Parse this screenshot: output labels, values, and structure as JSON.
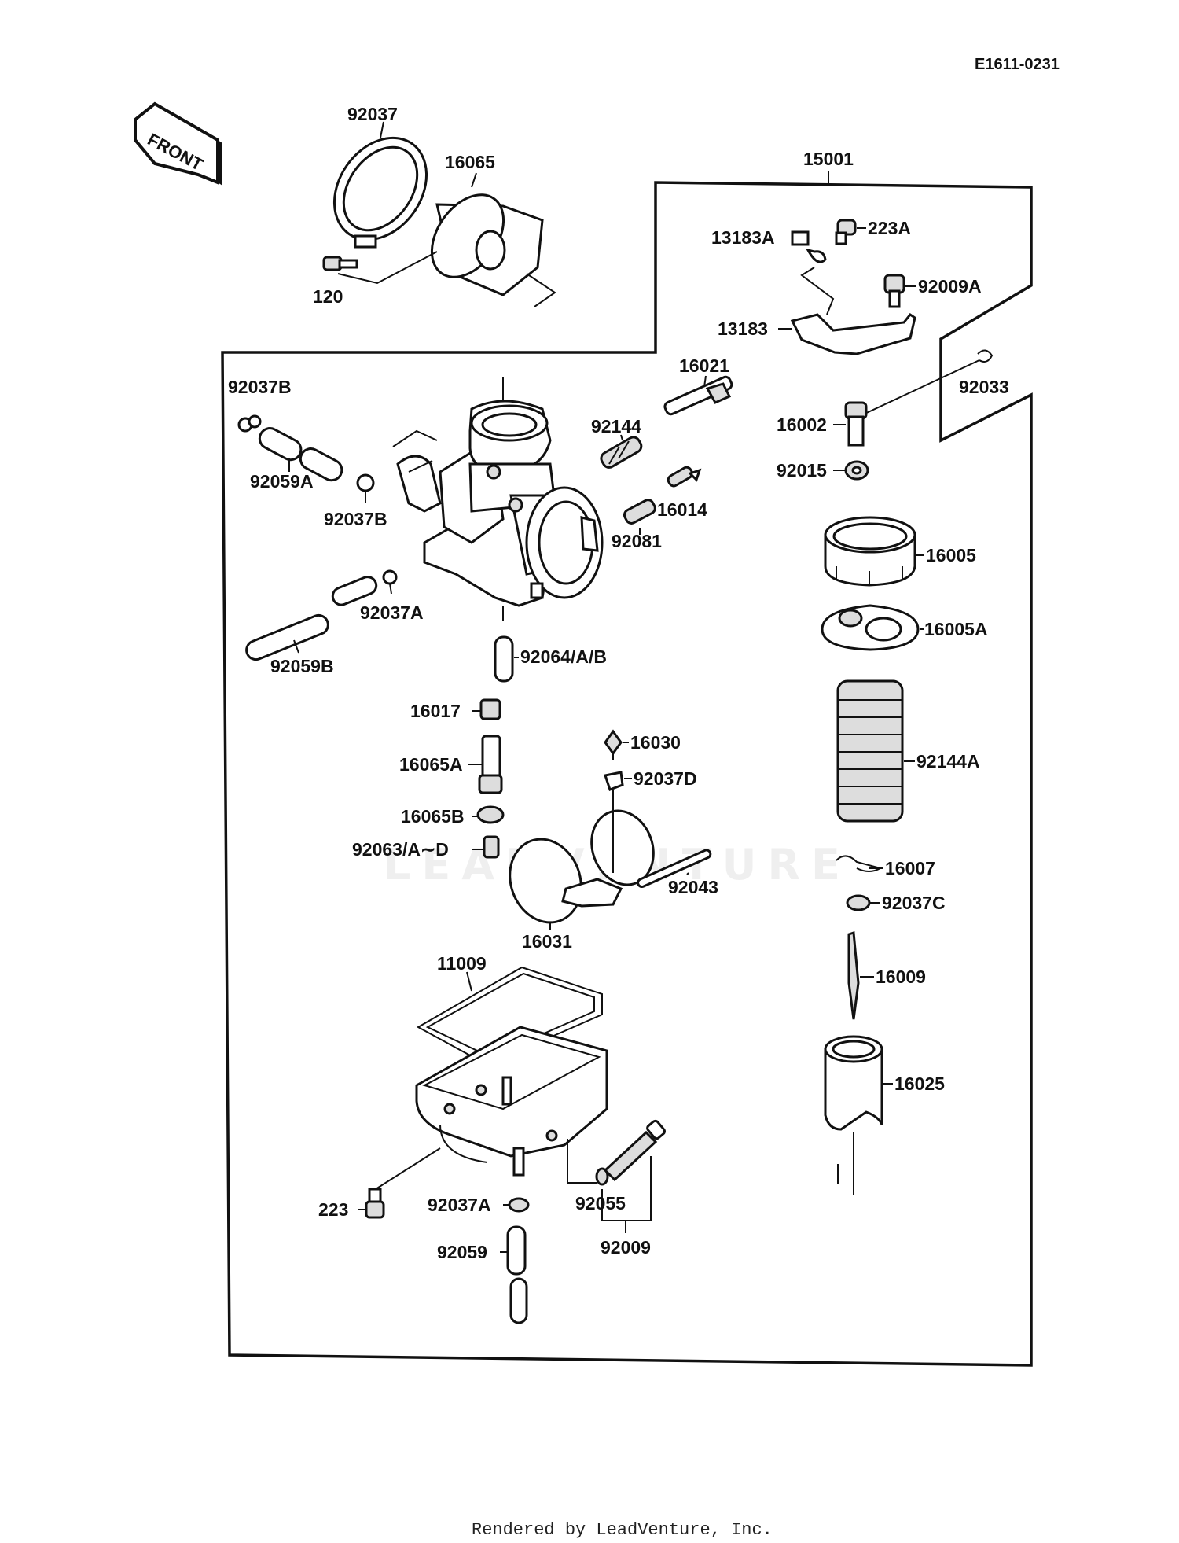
{
  "header": {
    "code": "E1611-0231"
  },
  "footer": {
    "text": "Rendered by LeadVenture, Inc."
  },
  "watermark": {
    "text": "LEADVENTURE"
  },
  "front_arrow": {
    "text": "FRONT"
  },
  "assembly": {
    "label": "15001"
  },
  "labels": {
    "l92037": "92037",
    "l16065": "16065",
    "l120": "120",
    "l13183A": "13183A",
    "l223A": "223A",
    "l92009A": "92009A",
    "l13183": "13183",
    "l92033": "92033",
    "l92037B_1": "92037B",
    "l16021": "16021",
    "l92144": "92144",
    "l16002": "16002",
    "l92059A": "92059A",
    "l92015": "92015",
    "l16014": "16014",
    "l92037B_2": "92037B",
    "l92081": "92081",
    "l16005": "16005",
    "l92037A_1": "92037A",
    "l16005A": "16005A",
    "l92059B": "92059B",
    "l92064": "92064/A/B",
    "l16017": "16017",
    "l16030": "16030",
    "l16065A": "16065A",
    "l92037D": "92037D",
    "l92144A": "92144A",
    "l16065B": "16065B",
    "l92063": "92063/A∼D",
    "l16007": "16007",
    "l92043": "92043",
    "l92037C": "92037C",
    "l16031": "16031",
    "l11009": "11009",
    "l16009": "16009",
    "l16025": "16025",
    "l223": "223",
    "l92037A_2": "92037A",
    "l92055": "92055",
    "l92059": "92059",
    "l92009": "92009"
  }
}
